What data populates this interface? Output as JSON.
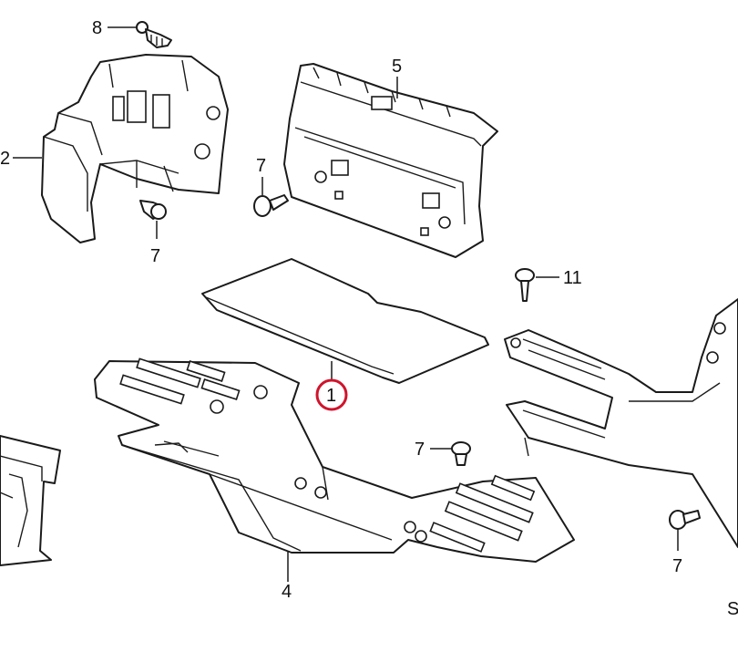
{
  "callouts": {
    "c1": "1",
    "c2": "2",
    "c4": "4",
    "c5": "5",
    "c7a": "7",
    "c7b": "7",
    "c7c": "7",
    "c7d": "7",
    "c8": "8",
    "c11": "11",
    "corner": "S"
  },
  "highlight": {
    "part_number": "1",
    "ring_color": "#d0142c"
  },
  "colors": {
    "line": "#1a1a1a",
    "background": "#ffffff"
  }
}
